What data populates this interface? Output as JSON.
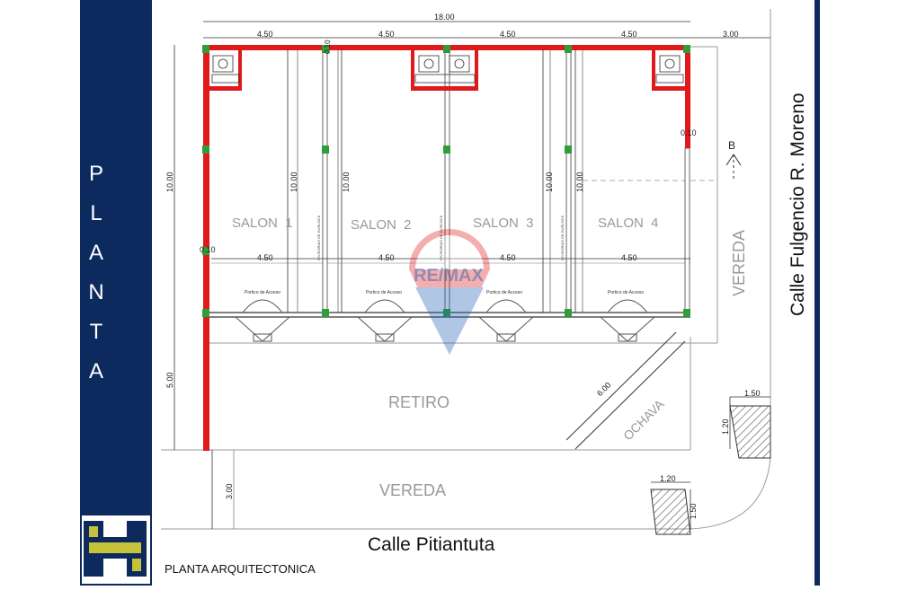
{
  "side_title_letters": [
    "P",
    "L",
    "A",
    "N",
    "T",
    "A"
  ],
  "sheet_title": "PLANTA ARQUITECTONICA",
  "streets": {
    "bottom": "Calle Pitiantuta",
    "right": "Calle Fulgencio R. Moreno"
  },
  "rooms": [
    {
      "name": "SALON  1",
      "width_label": "4.50",
      "depth_label": "10.00",
      "portico": "Portico de Acceso"
    },
    {
      "name": "SALON  2",
      "width_label": "4.50",
      "depth_label": "10.00",
      "portico": "Portico de Acceso"
    },
    {
      "name": "SALON  3",
      "width_label": "4.50",
      "depth_label": "10.00",
      "portico": "Portico de Acceso"
    },
    {
      "name": "SALON  4",
      "width_label": "4.50",
      "depth_label": "10.00",
      "portico": "Portico de Acceso"
    }
  ],
  "dimensions": {
    "total_width": "18.00",
    "side_vereda": "3.00",
    "retiro_depth": "5.00",
    "vereda_depth": "3.00",
    "ochava": "6.00",
    "wall_thickness": "0.10",
    "planter_top_w": "1.50",
    "planter_top_h": "1.20",
    "planter_bottom_w": "1.20",
    "planter_bottom_h": "1.50",
    "section_mark": "B"
  },
  "partition_label": "DIVISORIAS DE DURLOCK",
  "areas": {
    "retiro": "RETIRO",
    "ochava": "OCHAVA",
    "vereda_bottom": "VEREDA",
    "vereda_right": "VEREDA"
  },
  "watermark": "RE/MAX",
  "colors": {
    "navy": "#0d2a5e",
    "wall_red": "#e0191d",
    "column_green": "#2e9e3a",
    "logo_yellow": "#c6c23a"
  }
}
